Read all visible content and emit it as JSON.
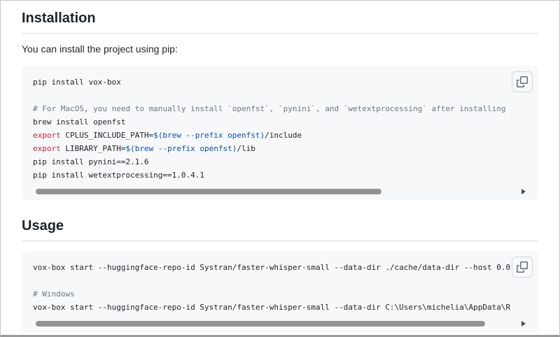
{
  "colors": {
    "code_background": "#f6f8fa",
    "heading_rule": "#d8dee4",
    "text": "#1f2328",
    "comment": "#6e7781",
    "keyword_red": "#cf222e",
    "substitution_blue": "#0550ae"
  },
  "sections": [
    {
      "title": "Installation",
      "intro": "You can install the project using pip:",
      "code": [
        [
          {
            "t": "pip install vox-box"
          }
        ],
        [],
        [
          {
            "t": "# For MacOS, you need to manually install `openfst`, `pynini`, and `wetextprocessing` after installing",
            "c": "comment"
          }
        ],
        [
          {
            "t": "brew install openfst"
          }
        ],
        [
          {
            "t": "export",
            "c": "keyword"
          },
          {
            "t": " CPLUS_INCLUDE_PATH="
          },
          {
            "t": "$(brew --prefix openfst)",
            "c": "subst"
          },
          {
            "t": "/include"
          }
        ],
        [
          {
            "t": "export",
            "c": "keyword"
          },
          {
            "t": " LIBRARY_PATH="
          },
          {
            "t": "$(brew --prefix openfst)",
            "c": "subst"
          },
          {
            "t": "/lib"
          }
        ],
        [
          {
            "t": "pip install pynini==2.1.6"
          }
        ],
        [
          {
            "t": "pip install wetextprocessing==1.0.4.1"
          }
        ]
      ]
    },
    {
      "title": "Usage",
      "intro": "",
      "code": [
        [
          {
            "t": "vox-box start --huggingface-repo-id Systran/faster-whisper-small --data-dir ./cache/data-dir --host 0.0"
          }
        ],
        [],
        [
          {
            "t": "# Windows",
            "c": "comment"
          }
        ],
        [
          {
            "t": "vox-box start --huggingface-repo-id Systran/faster-whisper-small --data-dir C:\\Users\\michelia\\AppData\\R"
          }
        ]
      ]
    }
  ]
}
